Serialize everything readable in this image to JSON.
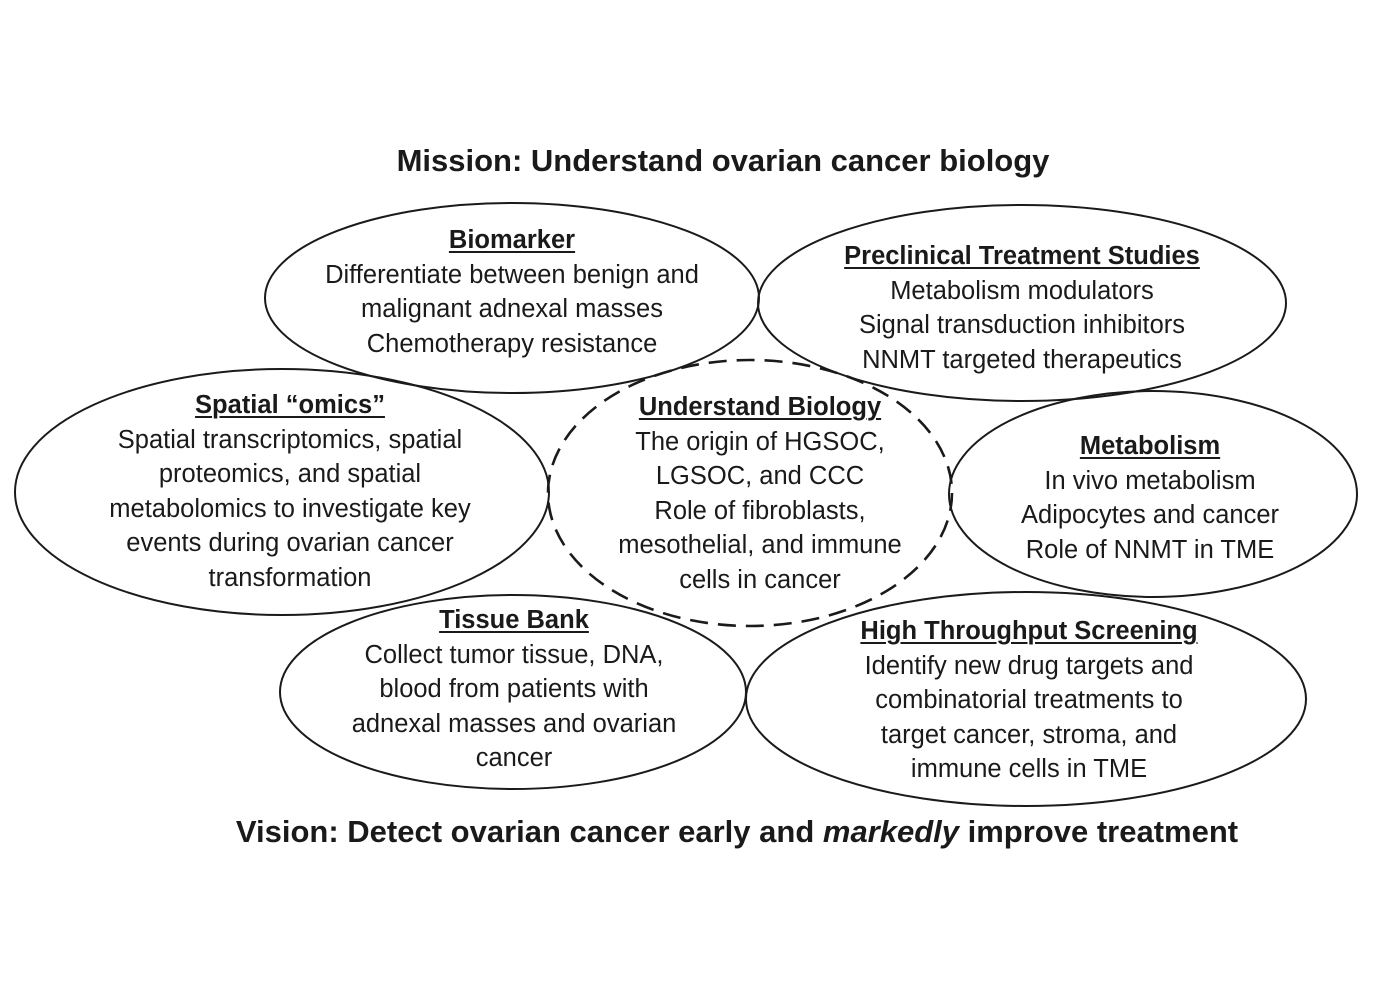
{
  "mission": "Mission: Understand ovarian cancer biology",
  "vision": {
    "before": "Vision: Detect ovarian cancer early and ",
    "emphasis": "markedly",
    "after": " improve treatment"
  },
  "nodes": {
    "biomarker": {
      "title": "Biomarker",
      "lines": [
        "Differentiate between benign and",
        "malignant adnexal masses",
        "Chemotherapy resistance"
      ]
    },
    "preclinical": {
      "title": "Preclinical Treatment Studies",
      "lines": [
        "Metabolism modulators",
        "Signal transduction inhibitors",
        "NNMT targeted therapeutics"
      ]
    },
    "spatial": {
      "title": "Spatial “omics”",
      "lines": [
        "Spatial transcriptomics, spatial",
        "proteomics, and spatial",
        "metabolomics to investigate key",
        "events during ovarian cancer",
        "transformation"
      ]
    },
    "biology": {
      "title": "Understand Biology",
      "lines": [
        "The origin of HGSOC,",
        "LGSOC, and CCC",
        "Role of fibroblasts,",
        "mesothelial, and immune",
        "cells in cancer"
      ]
    },
    "metabolism": {
      "title": "Metabolism",
      "lines": [
        "In vivo metabolism",
        "Adipocytes and cancer",
        "Role of NNMT in TME"
      ]
    },
    "tissue_bank": {
      "title": "Tissue Bank",
      "lines": [
        "Collect tumor tissue, DNA,",
        "blood from patients with",
        "adnexal masses and ovarian",
        "cancer"
      ]
    },
    "screening": {
      "title": "High Throughput Screening",
      "lines": [
        "Identify new drug targets and",
        "combinatorial treatments to",
        "target cancer, stroma, and",
        "immune cells in TME"
      ]
    }
  }
}
